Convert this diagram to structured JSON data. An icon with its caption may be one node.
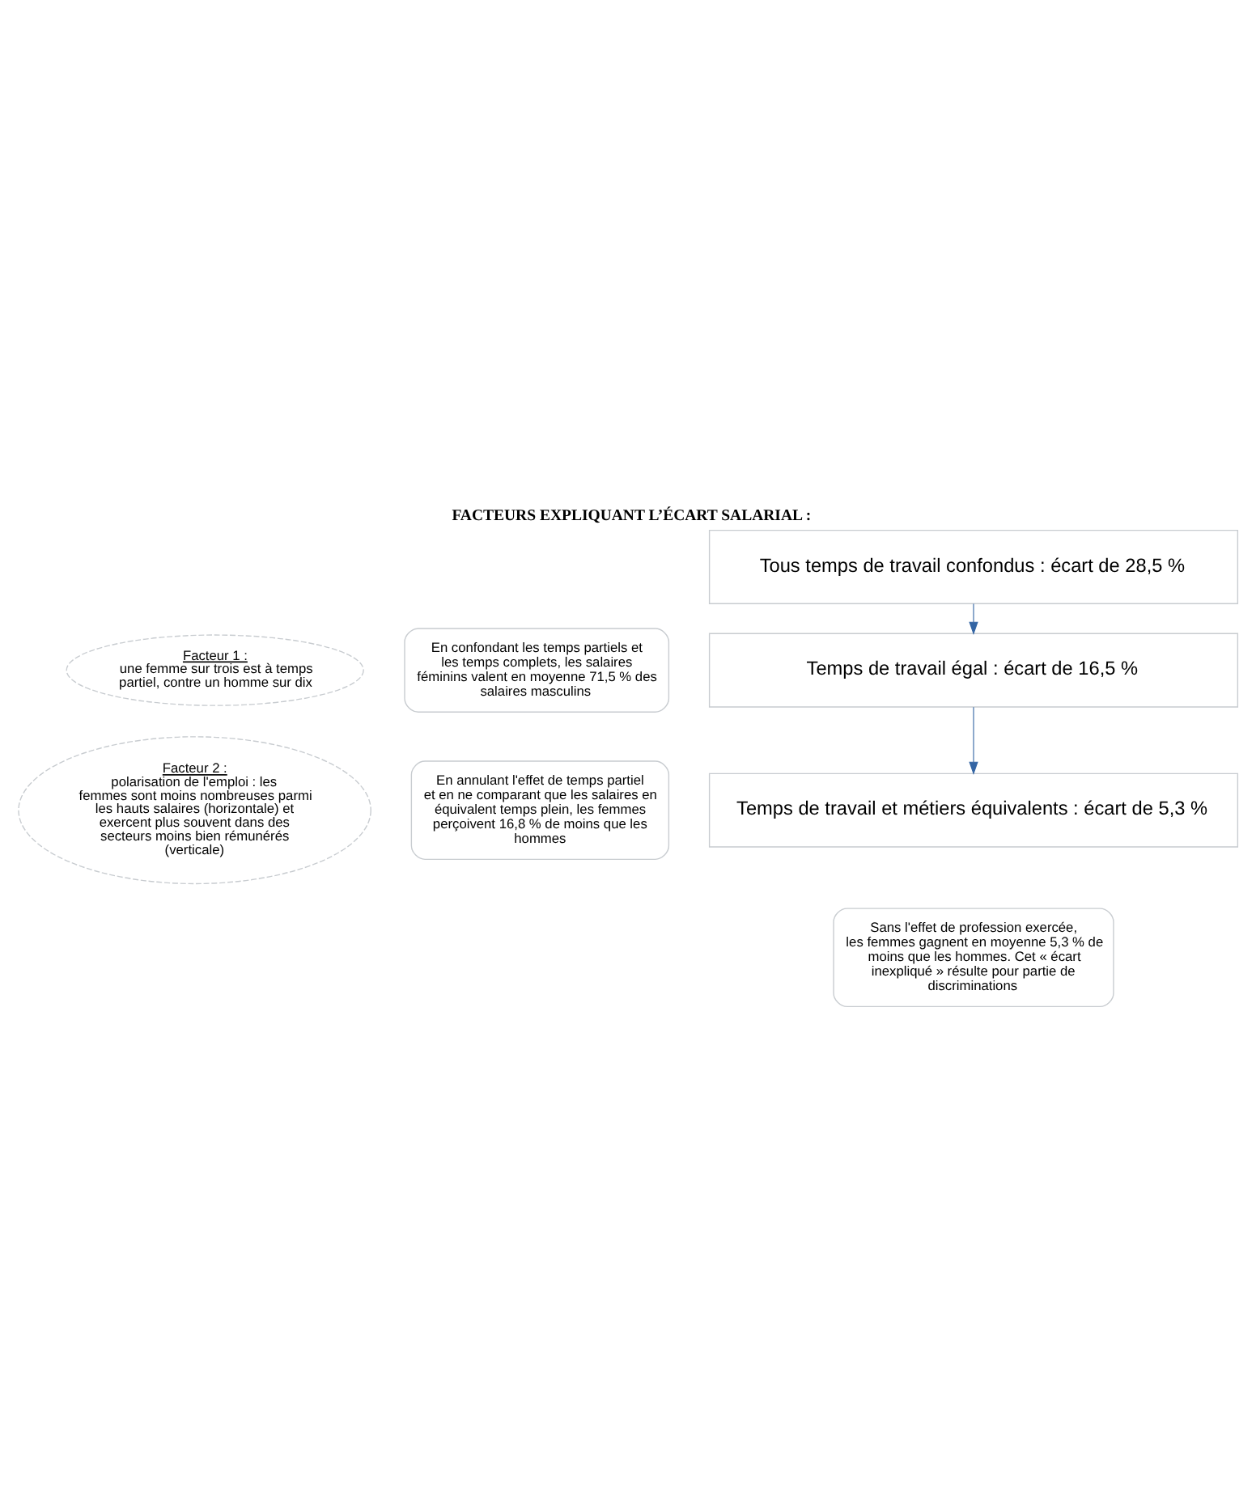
{
  "diagram": {
    "title": "FACTEURS EXPLIQUANT L’ÉCART SALARIAL :",
    "nodes": [
      {
        "text": [
          "Tous temps de travail confondus : écart de 28,5 %"
        ]
      },
      {
        "text": [
          "En confondant les temps partiels et les temps complets, les salaires féminins valent en moyenne 71,5 % des salaires masculins"
        ]
      },
      {
        "text": [
          "Facteur 1 :",
          "une femme sur trois est à temps partiel, contre un homme sur dix"
        ]
      },
      {
        "text": [
          "Temps de travail égal : écart de 16,5 %"
        ]
      },
      {
        "text": [
          "En annulant l'effet de temps partiel et en ne comparant que les salaires en équivalent temps plein, les femmes perçoivent 16,8 % de moins que les hommes"
        ]
      },
      {
        "text": [
          "Facteur 2 :",
          "polarisation de l'emploi : les femmes sont moins nombreuses parmi les hauts salaires (horizontale) et exercent plus souvent dans des secteurs moins bien rémunérés (verticale)"
        ]
      },
      {
        "text": [
          "Temps de travail et métiers équivalents : écart de 5,3 %"
        ]
      },
      {
        "text": [
          "Sans l'effet de profession exercée, les femmes gagnent en moyenne 5,3 % de moins que les hommes. Cet « écart inexpliqué » résulte pour partie de discriminations"
        ]
      }
    ],
    "edges": [
      {
        "from": 0,
        "to": 3,
        "arrow": "to"
      },
      {
        "from": 3,
        "to": 6,
        "arrow": "to"
      }
    ]
  }
}
